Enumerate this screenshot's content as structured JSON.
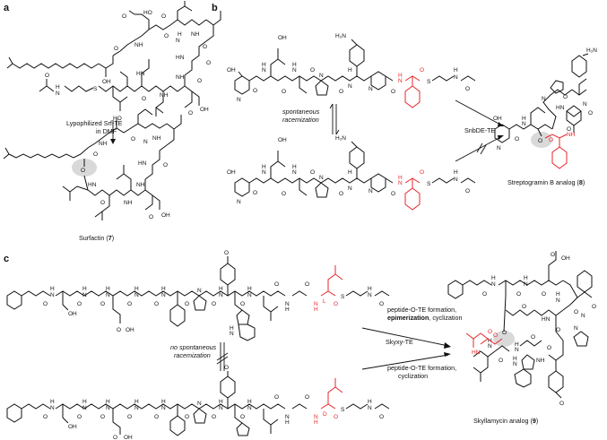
{
  "panels": {
    "a": {
      "label": "a",
      "reagent_line1": "Lypophilized Srf-TE",
      "reagent_line2": "in DMF",
      "product_name": "Surfactin",
      "product_number": "7"
    },
    "b": {
      "label": "b",
      "equilibrium_line1": "spontaneous",
      "equilibrium_line2": "racemization",
      "enzyme": "SnbDE-TE",
      "product_name": "Streptogramin B analog",
      "product_number": "8"
    },
    "c": {
      "label": "c",
      "equilibrium_line1": "no spontaneous",
      "equilibrium_line2": "racemization",
      "top_arrow_line1": "peptide-O-TE formation,",
      "top_arrow_line2_bold": "epimerization",
      "top_arrow_line2_rest": ", cyclization",
      "enzyme": "Skyxy-TE",
      "bottom_arrow_line1": "peptide-O-TE formation,",
      "bottom_arrow_line2": "cyclization",
      "product_name": "Skyllamycin analog",
      "product_number": "9"
    }
  },
  "atom_labels": {
    "O": "O",
    "N": "N",
    "H": "H",
    "NH": "NH",
    "HN": "HN",
    "S": "S",
    "OH": "OH",
    "HO": "HO",
    "H2N": "H₂N",
    "L": "L",
    "D": "D"
  },
  "colors": {
    "ink": "#111111",
    "highlight_red": "#e8262b",
    "ester_highlight": "#d9d9d9"
  }
}
